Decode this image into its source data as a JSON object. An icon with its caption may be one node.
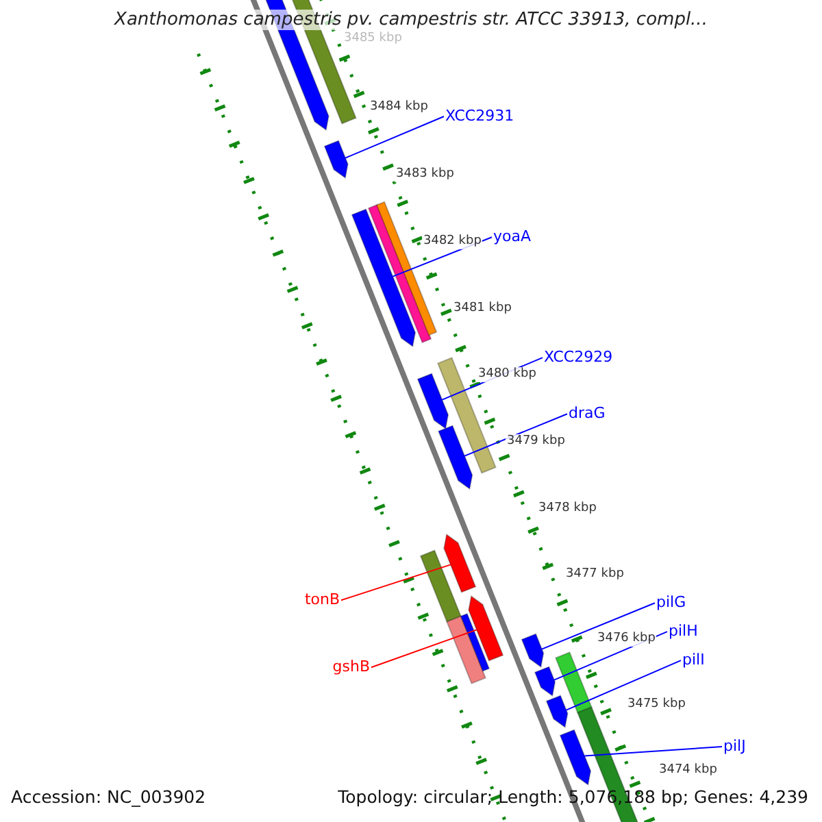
{
  "diagram": {
    "title": "Xanthomonas campestris pv. campestris str. ATCC 33913, compl...",
    "nodes": [
      {
        "text": [
          "XCC2931"
        ]
      },
      {
        "text": [
          "yoaA"
        ]
      },
      {
        "text": [
          "XCC2929"
        ]
      },
      {
        "text": [
          "draG"
        ]
      },
      {
        "text": [
          "tonB"
        ]
      },
      {
        "text": [
          "gshB"
        ]
      },
      {
        "text": [
          "pilG"
        ]
      },
      {
        "text": [
          "pilH"
        ]
      },
      {
        "text": [
          "pilI"
        ]
      },
      {
        "text": [
          "pilJ"
        ]
      },
      {
        "text": [],
        "shape": "bar"
      },
      {
        "text": [],
        "shape": "bar"
      },
      {
        "text": [],
        "shape": "bar"
      },
      {
        "text": [],
        "shape": "bar"
      },
      {
        "text": [],
        "shape": "bar"
      },
      {
        "text": [],
        "shape": "bar"
      },
      {
        "text": [],
        "shape": "bar"
      },
      {
        "text": [],
        "shape": "bar"
      },
      {
        "text": [],
        "shape": "bar"
      },
      {
        "text": [],
        "shape": "bar"
      }
    ],
    "edges": [
      {
        "from": 0,
        "to": 10,
        "arrow": "none",
        "color": "#0000ff"
      },
      {
        "from": 1,
        "to": 11,
        "arrow": "none",
        "color": "#0000ff"
      },
      {
        "from": 2,
        "to": 12,
        "arrow": "none",
        "color": "#0000ff"
      },
      {
        "from": 3,
        "to": 13,
        "arrow": "none",
        "color": "#0000ff"
      },
      {
        "from": 4,
        "to": 14,
        "arrow": "none",
        "color": "#ff0000"
      },
      {
        "from": 5,
        "to": 15,
        "arrow": "none",
        "color": "#ff0000"
      },
      {
        "from": 6,
        "to": 16,
        "arrow": "none",
        "color": "#0000ff"
      },
      {
        "from": 7,
        "to": 17,
        "arrow": "none",
        "color": "#0000ff"
      },
      {
        "from": 8,
        "to": 18,
        "arrow": "none",
        "color": "#0000ff"
      },
      {
        "from": 9,
        "to": 19,
        "arrow": "none",
        "color": "#0000ff"
      }
    ],
    "labels": [
      "3485 kbp",
      "3484 kbp",
      "3483 kbp",
      "3482 kbp",
      "3481 kbp",
      "3480 kbp",
      "3479 kbp",
      "3478 kbp",
      "3477 kbp",
      "3476 kbp",
      "3475 kbp",
      "3474 kbp",
      "Accession: NC_003902",
      "Topology: circular; Length: 5,076,188 bp; Genes: 4,239"
    ]
  }
}
